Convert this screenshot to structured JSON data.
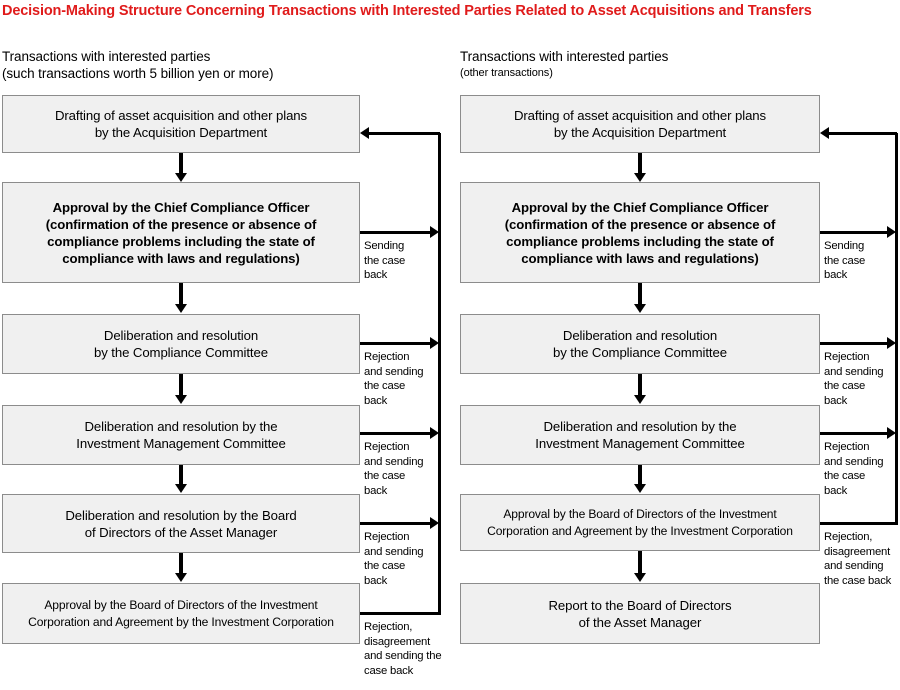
{
  "title": "Decision-Making Structure Concerning Transactions with Interested Parties Related to Asset Acquisitions and Transfers",
  "columns": [
    {
      "id": "left",
      "heading_line1": "Transactions with interested parties",
      "heading_line2": "(such transactions worth 5 billion yen or more)",
      "steps": [
        {
          "id": "drafting",
          "label": "Drafting of asset acquisition and other plans\nby the Acquisition Department"
        },
        {
          "id": "cco-approval",
          "label": "Approval by the Chief Compliance Officer\n(confirmation of the presence or absence of\ncompliance problems including the state of\ncompliance with laws and regulations)"
        },
        {
          "id": "compliance-committee",
          "label": "Deliberation and resolution\nby the Compliance Committee"
        },
        {
          "id": "investment-mgmt",
          "label": "Deliberation and resolution by the\nInvestment Management Committee"
        },
        {
          "id": "asset-manager-board",
          "label": "Deliberation and resolution by the Board\nof Directors of the Asset Manager"
        },
        {
          "id": "investment-corp",
          "label": "Approval by the Board of Directors of the Investment\nCorporation and Agreement by the Investment Corporation"
        }
      ],
      "return_labels": [
        {
          "id": "sending-back",
          "text": "Sending\nthe case\nback"
        },
        {
          "id": "rejection-back-1",
          "text": "Rejection\nand sending\nthe case\nback"
        },
        {
          "id": "rejection-back-2",
          "text": "Rejection\nand sending\nthe case\nback"
        },
        {
          "id": "rejection-back-3",
          "text": "Rejection\nand sending\nthe case\nback"
        },
        {
          "id": "rejection-disagree",
          "text": "Rejection,\ndisagreement\nand sending the\ncase back"
        }
      ]
    },
    {
      "id": "right",
      "heading_line1": "Transactions with interested parties",
      "heading_line2": "(other transactions)",
      "steps": [
        {
          "id": "drafting",
          "label": "Drafting of asset acquisition and other plans\nby the Acquisition Department"
        },
        {
          "id": "cco-approval",
          "label": "Approval by the Chief Compliance Officer\n(confirmation of the presence or absence of\ncompliance problems including the state of\ncompliance with laws and regulations)"
        },
        {
          "id": "compliance-committee",
          "label": "Deliberation and resolution\nby the Compliance Committee"
        },
        {
          "id": "investment-mgmt",
          "label": "Deliberation and resolution by the\nInvestment Management Committee"
        },
        {
          "id": "investment-corp",
          "label": "Approval by the Board of Directors of the Investment\nCorporation and Agreement by the Investment Corporation"
        },
        {
          "id": "report-asset-manager",
          "label": "Report to the Board of Directors\nof the Asset Manager"
        }
      ],
      "return_labels": [
        {
          "id": "sending-back",
          "text": "Sending\nthe case\nback"
        },
        {
          "id": "rejection-back-1",
          "text": "Rejection\nand sending\nthe case\nback"
        },
        {
          "id": "rejection-back-2",
          "text": "Rejection\nand sending\nthe case\nback"
        },
        {
          "id": "rejection-disagree",
          "text": "Rejection,\ndisagreement\nand sending\nthe case back"
        }
      ]
    }
  ],
  "colors": {
    "title": "#e01b1b",
    "box_fill": "#f0f0f0",
    "box_border": "#8c8c8c",
    "line": "#000000",
    "background": "#ffffff"
  }
}
